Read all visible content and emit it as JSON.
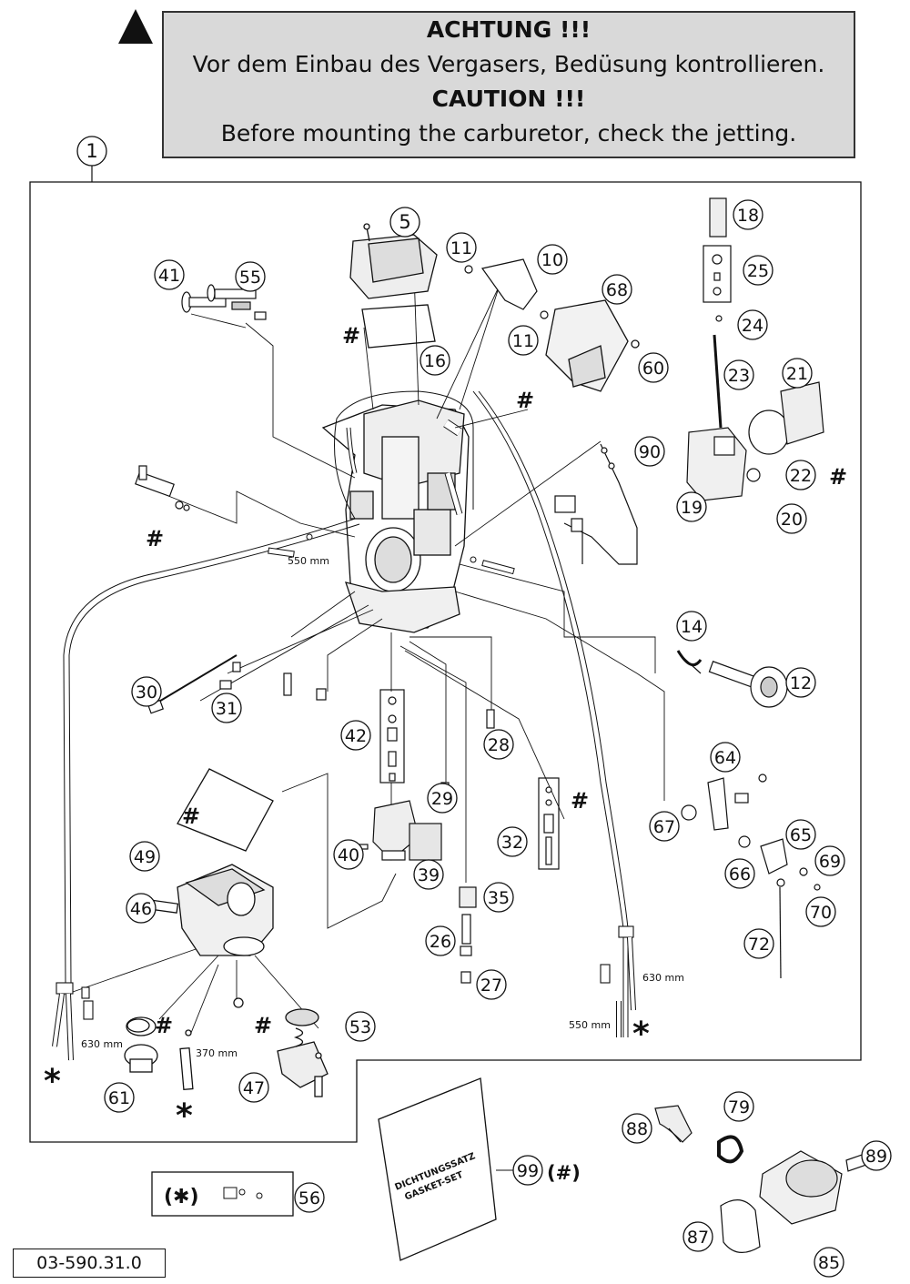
{
  "warning": {
    "title_de": "ACHTUNG !!!",
    "text_de": "Vor dem Einbau des Vergasers, Bedüsung kontrollieren.",
    "title_en": "CAUTION !!!",
    "text_en": "Before mounting the carburetor, check the jetting."
  },
  "part_number": "03-590.31.0",
  "symbols": {
    "hash": "#",
    "asterisk": "*",
    "kit_asterisk": "(✱)",
    "kit_hash": "(#)"
  },
  "gasket_set_label": {
    "line1": "DICHTUNGSSATZ",
    "line2": "GASKET-SET"
  },
  "callouts": [
    {
      "label": "1"
    },
    {
      "label": "5"
    },
    {
      "label": "10"
    },
    {
      "label": "11"
    },
    {
      "label": "11"
    },
    {
      "label": "12"
    },
    {
      "label": "14"
    },
    {
      "label": "16"
    },
    {
      "label": "18"
    },
    {
      "label": "19"
    },
    {
      "label": "20"
    },
    {
      "label": "21"
    },
    {
      "label": "22"
    },
    {
      "label": "23"
    },
    {
      "label": "24"
    },
    {
      "label": "25"
    },
    {
      "label": "26"
    },
    {
      "label": "27"
    },
    {
      "label": "28"
    },
    {
      "label": "29"
    },
    {
      "label": "30"
    },
    {
      "label": "31"
    },
    {
      "label": "32"
    },
    {
      "label": "35"
    },
    {
      "label": "39"
    },
    {
      "label": "40"
    },
    {
      "label": "41"
    },
    {
      "label": "42"
    },
    {
      "label": "46"
    },
    {
      "label": "47"
    },
    {
      "label": "49"
    },
    {
      "label": "53"
    },
    {
      "label": "55"
    },
    {
      "label": "56"
    },
    {
      "label": "60"
    },
    {
      "label": "61"
    },
    {
      "label": "64"
    },
    {
      "label": "65"
    },
    {
      "label": "66"
    },
    {
      "label": "67"
    },
    {
      "label": "68"
    },
    {
      "label": "69"
    },
    {
      "label": "70"
    },
    {
      "label": "72"
    },
    {
      "label": "79"
    },
    {
      "label": "85"
    },
    {
      "label": "87"
    },
    {
      "label": "88"
    },
    {
      "label": "89"
    },
    {
      "label": "90"
    },
    {
      "label": "99"
    }
  ],
  "dimensions": {
    "d550_a": "550 mm",
    "d550_b": "550 mm",
    "d630_a": "630 mm",
    "d630_b": "630 mm",
    "d370": "370 mm"
  }
}
